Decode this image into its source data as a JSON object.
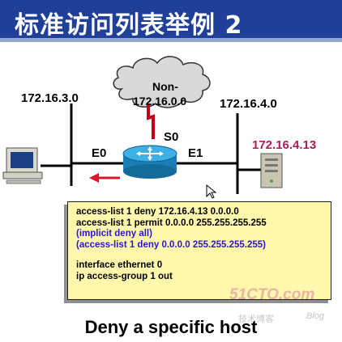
{
  "slide": {
    "title": "标准访问列表举例 2",
    "caption": "Deny a specific host"
  },
  "network": {
    "left_subnet": "172.16.3.0",
    "cloud_line1": "Non-",
    "cloud_line2": "172.16.0.0",
    "right_subnet": "172.16.4.0",
    "serial_interface": "S0",
    "left_interface": "E0",
    "right_interface": "E1",
    "host_ip": "172.16.4.13"
  },
  "acl": {
    "lines": [
      "access-list 1 deny 172.16.4.13 0.0.0.0",
      "access-list 1 permit 0.0.0.0  255.255.255.255",
      "(implicit deny all)",
      "(access-list 1 deny 0.0.0.0    255.255.255.255)",
      "interface ethernet 0",
      "ip access-group 1 out"
    ]
  },
  "watermark": {
    "site": "51CTO.com",
    "tagline": "技术博客",
    "blog": "Blog"
  },
  "colors": {
    "title_bar": "#1f3f98",
    "host_ip": "#b0195a",
    "acl_background": "#fff7ac",
    "acl_comment": "#2a17c9",
    "serial_link": "#c0001a",
    "traffic_arrow": "#d8182a",
    "router": "#1e8fc8"
  },
  "icons": [
    "cloud-icon",
    "router-icon",
    "workstation-icon",
    "server-icon",
    "cursor-icon"
  ]
}
